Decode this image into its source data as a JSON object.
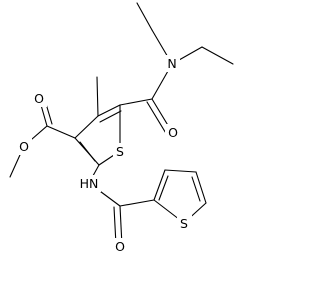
{
  "molecule": {
    "atoms": {
      "amide_n": "N",
      "amide_o": "O",
      "ring_s": "S",
      "ester_o_carbonyl": "O",
      "ester_o_ether": "O",
      "nh": "HN",
      "acyl_o": "O",
      "thienyl_s": "S"
    }
  }
}
